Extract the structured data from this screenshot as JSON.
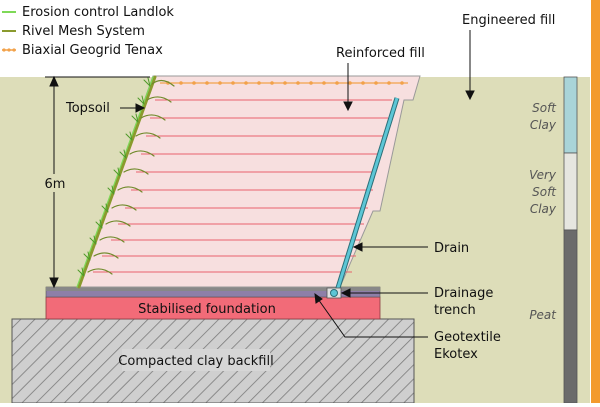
{
  "legend": {
    "items": [
      {
        "label": "Erosion control Landlok",
        "color": "#7ed957",
        "marker": "line"
      },
      {
        "label": "Rivel Mesh System",
        "color": "#8a9a2e",
        "marker": "line"
      },
      {
        "label": "Biaxial Geogrid Tenax",
        "color": "#f2a24a",
        "marker": "dotted-line"
      }
    ]
  },
  "labels": {
    "engineered_fill": "Engineered fill",
    "reinforced_fill": "Reinforced fill",
    "topsoil": "Topsoil",
    "height": "6m",
    "drain": "Drain",
    "drainage_trench_line1": "Drainage",
    "drainage_trench_line2": "trench",
    "geotextile_line1": "Geotextile",
    "geotextile_line2": "Ekotex",
    "stabilised_foundation": "Stabilised foundation",
    "compacted_backfill": "Compacted clay backfill"
  },
  "soil_column": {
    "layers": [
      {
        "lines": [
          "Soft",
          "Clay"
        ],
        "color": "#a9d4d8"
      },
      {
        "lines": [
          "Very",
          "Soft",
          "Clay"
        ],
        "color": "#e6e6e0"
      },
      {
        "lines": [
          "Peat"
        ],
        "color": "#6b6b6b"
      }
    ]
  },
  "colors": {
    "background_fill": "#ddddb9",
    "reinforced_fill": "#f7dfdf",
    "geogrid": "#e8626c",
    "foundation": "#f26b78",
    "backfill": "#c8c8c8",
    "drain": "#3aa7b8",
    "accent_bar": "#f39a2e"
  }
}
